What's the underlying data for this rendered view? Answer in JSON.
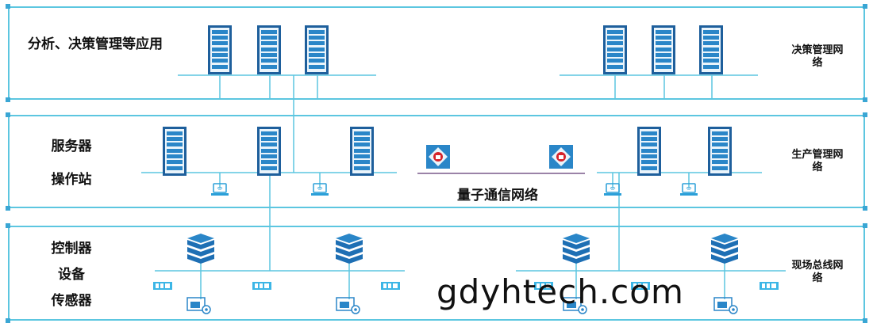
{
  "layers": [
    {
      "left_label": "分析、决策管理等应用",
      "right_label": "决策管理网络"
    },
    {
      "left_labels": [
        "服务器",
        "操作站"
      ],
      "right_label": "生产管理网络"
    },
    {
      "left_labels": [
        "控制器",
        "设备",
        "传感器"
      ],
      "right_label": "现场总线网络"
    }
  ],
  "quantum": {
    "label": "量子通信网络"
  },
  "watermark": {
    "text": "gdyhtech.com"
  },
  "colors": {
    "line": "#5cc6e0",
    "device": "#2a86c8",
    "device_dark": "#1e5f9c",
    "quantum_red": "#d6242c"
  }
}
